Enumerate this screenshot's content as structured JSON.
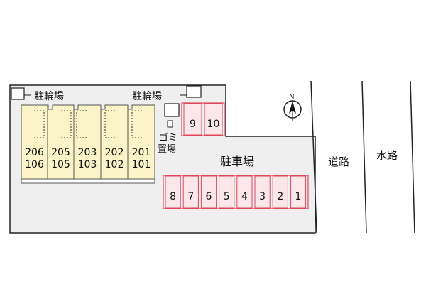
{
  "labels": {
    "bike_parking_left": "駐輪場",
    "bike_parking_right": "駐輪場",
    "garbage_line1": "ゴミ",
    "garbage_line2": "置場",
    "car_parking": "駐車場",
    "road": "道路",
    "waterway": "水路",
    "north": "N"
  },
  "units": [
    {
      "upper": "206",
      "lower": "106"
    },
    {
      "upper": "205",
      "lower": "105"
    },
    {
      "upper": "203",
      "lower": "103"
    },
    {
      "upper": "202",
      "lower": "102"
    },
    {
      "upper": "201",
      "lower": "101"
    }
  ],
  "parking_top": [
    "9",
    "10"
  ],
  "parking_bottom": [
    "8",
    "7",
    "6",
    "5",
    "4",
    "3",
    "2",
    "1"
  ],
  "colors": {
    "lot": "#efefef",
    "building": "#faf4c8",
    "parking_stroke": "#e0455a",
    "parking_fill": "#fbe6ea",
    "line": "#222222"
  }
}
